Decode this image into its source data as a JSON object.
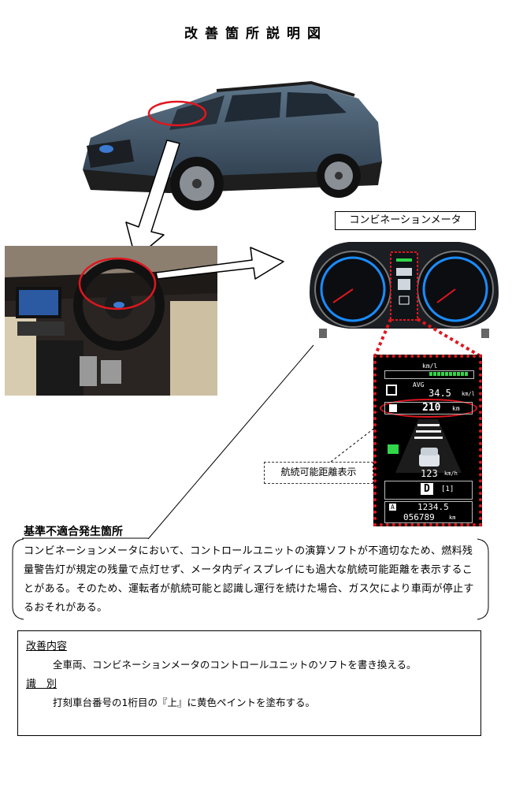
{
  "page": {
    "title": "改善箇所説明図"
  },
  "labels": {
    "combination_meter": "コンビネーションメータ",
    "range_display": "航続可能距離表示"
  },
  "meter_display": {
    "unit_kml": "km/l",
    "avg_label": "AVG",
    "avg_value": "34.5",
    "range_value": "210",
    "range_unit": "km",
    "speed_value": "123",
    "speed_unit": "km/h",
    "gear": "D",
    "gear_sub": "[1]",
    "trip_label": "A",
    "trip_value": "1234.5",
    "odometer": "056789",
    "odo_unit": "km"
  },
  "nonconformity": {
    "heading": "基準不適合発生箇所",
    "text": "コンビネーションメータにおいて、コントロールユニットの演算ソフトが不適切なため、燃料残量警告灯が規定の残量で点灯せず、メータ内ディスプレイにも過大な航続可能距離を表示することがある。そのため、運転者が航続可能と認識し運行を続けた場合、ガス欠により車両が停止するおそれがある。"
  },
  "improvement": {
    "heading": "改善内容",
    "body": "全車両、コンビネーションメータのコントロールユニットのソフトを書き換える。",
    "id_heading": "識　別",
    "id_body": "打刻車台番号の1桁目の『上』に黄色ペイントを塗布する。"
  },
  "colors": {
    "car_body": "#3f5468",
    "highlight_red": "#e0161e",
    "meter_blue": "#1a8cff",
    "meter_green": "#31d64a"
  }
}
